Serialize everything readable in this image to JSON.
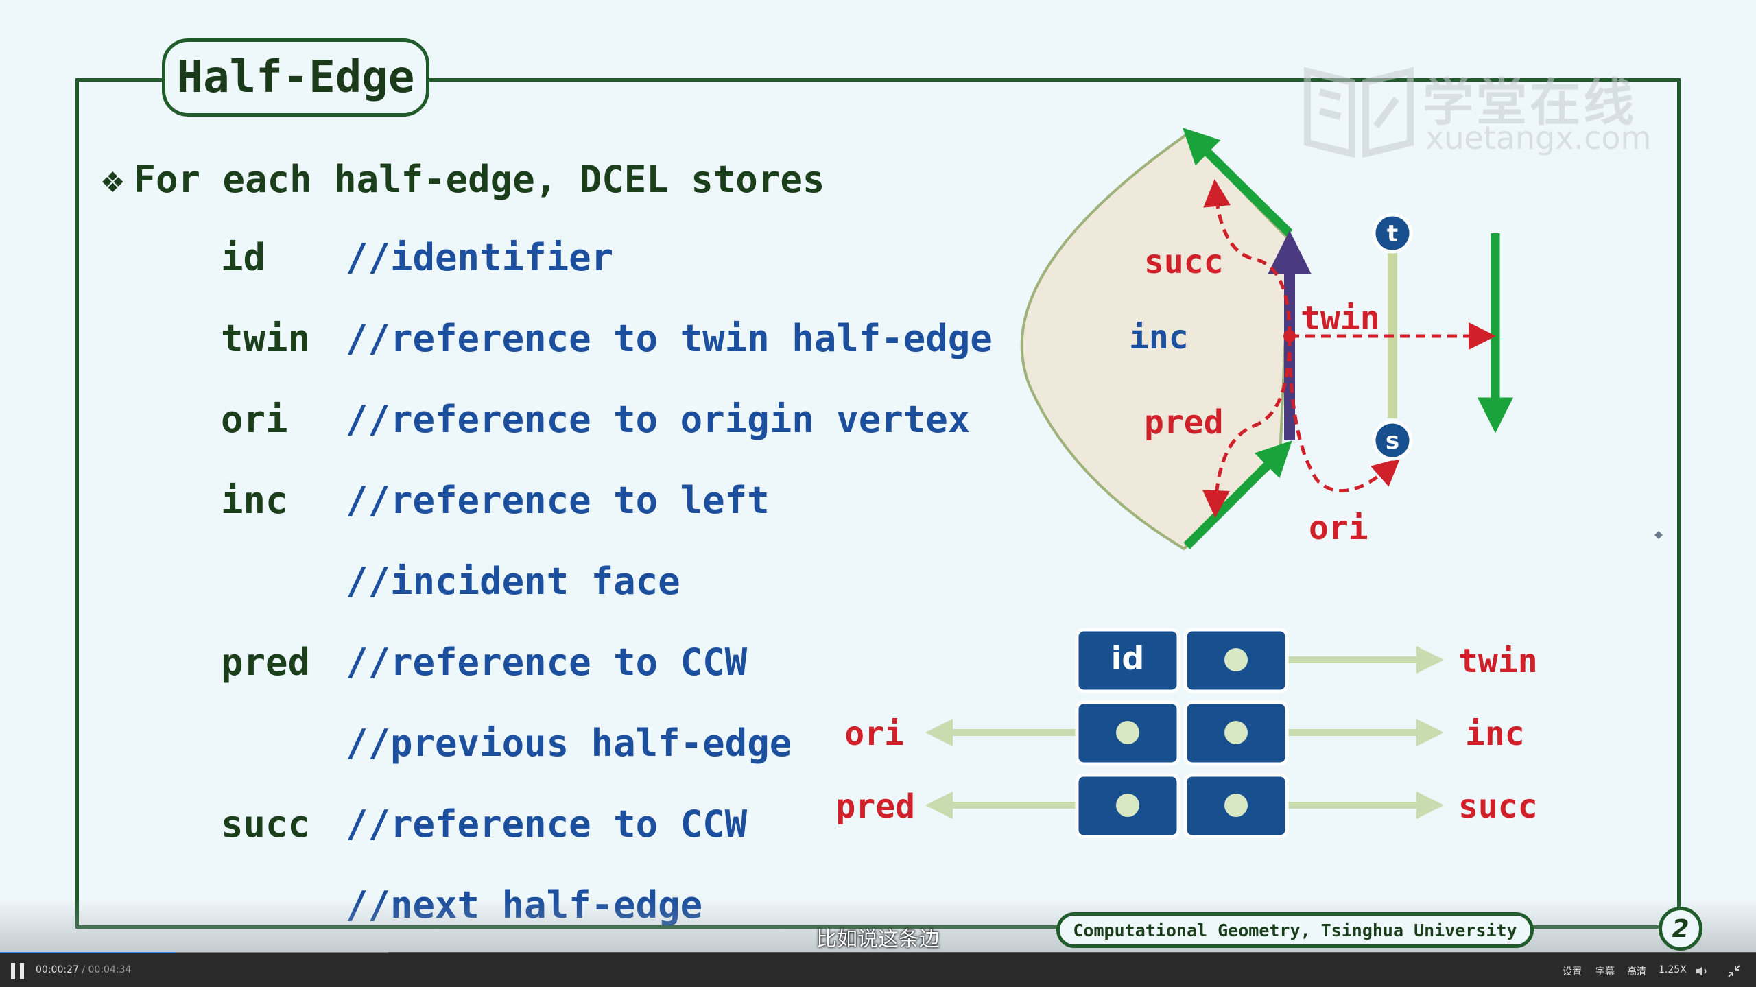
{
  "slide": {
    "title": "Half-Edge",
    "bullet_mark": "❖",
    "bullet": "For each half-edge, DCEL stores",
    "fields": [
      {
        "name": "id",
        "comment": "//identifier"
      },
      {
        "name": "twin",
        "comment": "//reference to twin half-edge"
      },
      {
        "name": "ori",
        "comment": "//reference to origin vertex"
      },
      {
        "name": "inc",
        "comment": "//reference to left"
      },
      {
        "name": "",
        "comment": "//incident face"
      },
      {
        "name": "pred",
        "comment": "//reference to CCW"
      },
      {
        "name": "",
        "comment": "//previous half-edge"
      },
      {
        "name": "succ",
        "comment": "//reference to CCW"
      },
      {
        "name": "",
        "comment": "//next half-edge"
      }
    ],
    "footer": "Computational Geometry, Tsinghua University",
    "page_number": "2"
  },
  "diagram": {
    "labels": {
      "succ": "succ",
      "inc": "inc",
      "twin": "twin",
      "pred": "pred",
      "ori": "ori",
      "t": "t",
      "s": "s"
    }
  },
  "record": {
    "id_label": "id",
    "labels": {
      "twin": "twin",
      "ori": "ori",
      "inc": "inc",
      "pred": "pred",
      "succ": "succ"
    }
  },
  "watermark": {
    "cn": "学堂在线",
    "en": "xuetangx.com"
  },
  "player": {
    "subtitle": "比如说这条边",
    "current_time": "00:00:27",
    "separator": " / ",
    "duration": "00:04:34",
    "progress_fraction": 0.1,
    "settings": "设置",
    "captions": "字幕",
    "quality": "高清",
    "speed": "1.25X"
  },
  "colors": {
    "frame": "#1f5c2a",
    "code": "#1c4f9e",
    "red": "#d0202a",
    "green": "#1aa33a",
    "purple": "#4a3a80",
    "navy": "#174f8f"
  }
}
